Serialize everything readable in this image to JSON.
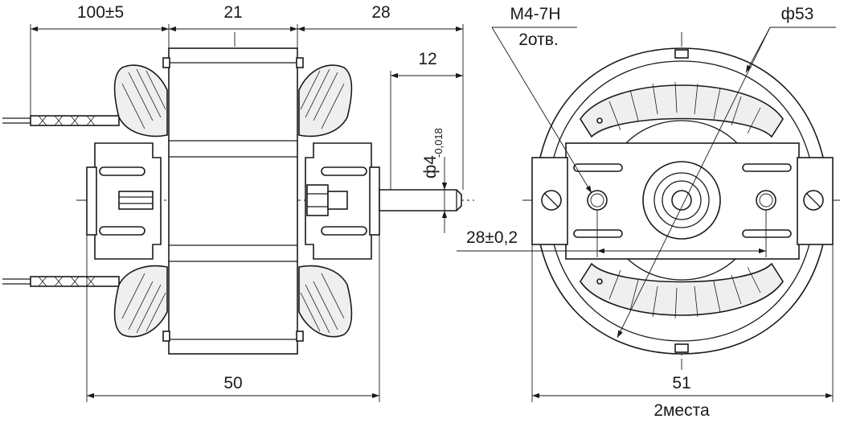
{
  "side_view": {
    "dim_lead_length": "100±5",
    "dim_stack_width": "21",
    "dim_shaft_projection": "28",
    "dim_shaft_end": "12",
    "dim_shaft_dia": "ф4",
    "dim_shaft_tol": "-0,018",
    "dim_overall_length": "50"
  },
  "front_view": {
    "thread_callout": "M4-7H",
    "thread_count": "2отв.",
    "dim_outer_dia": "ф53",
    "dim_hole_spacing": "28±0,2",
    "dim_overall_width": "51",
    "dim_width_note": "2места"
  }
}
